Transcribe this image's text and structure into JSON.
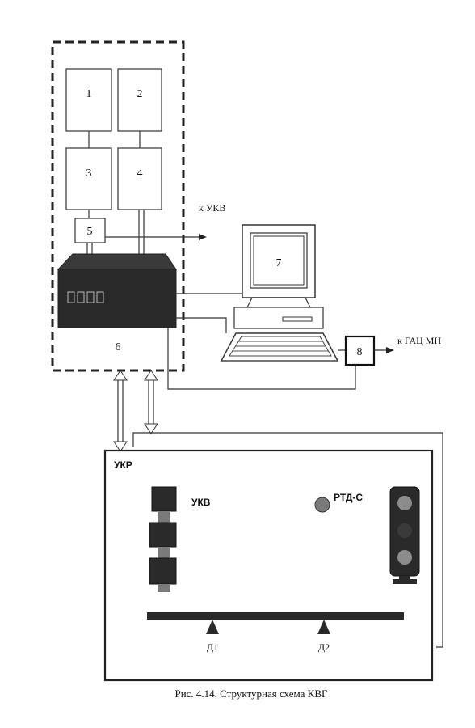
{
  "blocks": {
    "b1": "1",
    "b2": "2",
    "b3": "3",
    "b4": "4",
    "b5": "5",
    "b6": "6",
    "b7": "7",
    "b8": "8"
  },
  "labels": {
    "to_ukv": "к УКВ",
    "to_gac": "к ГАЦ МН",
    "ukr": "УКР",
    "ukv": "УКВ",
    "rtd": "РТД-С",
    "d1": "Д1",
    "d2": "Д2"
  },
  "caption": "Рис. 4.14. Структурная схема КВГ",
  "colors": {
    "device_fill": "#2a2a2a",
    "rtd_fill": "#7a7a7a",
    "lamp_fill": "#8c8c8c"
  }
}
